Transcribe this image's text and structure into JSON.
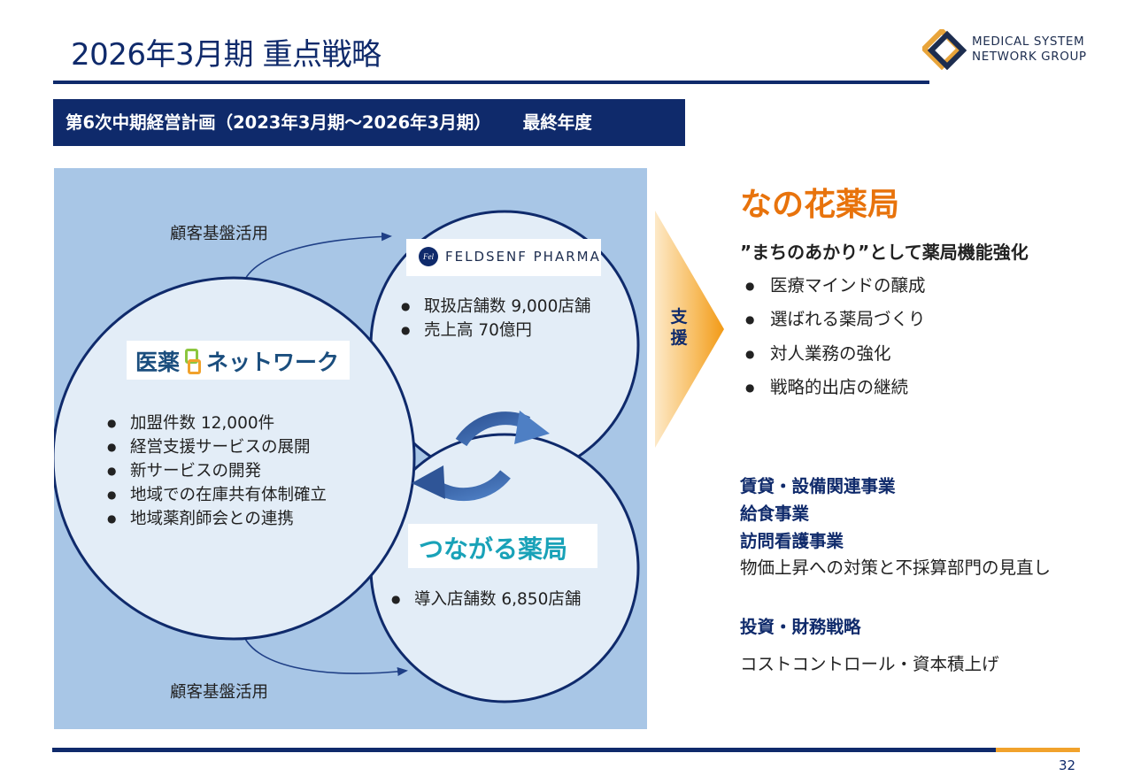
{
  "header": {
    "title": "2026年3月期 重点戦略",
    "logo_line1": "MEDICAL SYSTEM",
    "logo_line2": "NETWORK GROUP"
  },
  "banner": {
    "plan": "第6次中期経営計画（2023年3月期～2026年3月期）",
    "final_year": "最終年度"
  },
  "diagram": {
    "customer_base_top": "顧客基盤活用",
    "customer_base_bottom": "顧客基盤活用",
    "feldsenf": {
      "logo_mark": "Fel",
      "logo_text": "FELDSENF PHARMA",
      "bullets": [
        "取扱店舗数 9,000店舗",
        "売上高 70億円"
      ]
    },
    "iyaku": {
      "logo_part1": "医薬",
      "logo_part2": "ネットワーク",
      "bullets": [
        "加盟件数 12,000件",
        "経営支援サービスの展開",
        "新サービスの開発",
        "地域での在庫共有体制確立",
        "地域薬剤師会との連携"
      ]
    },
    "tsunagaru": {
      "logo_text": "つながる薬局",
      "bullets": [
        "導入店舗数 6,850店舗"
      ]
    }
  },
  "support": {
    "label_line1": "支",
    "label_line2": "援"
  },
  "right": {
    "nanohana_title": "なの花薬局",
    "subheading": "”まちのあかり”として薬局機能強化",
    "bullets": [
      "医療マインドの醸成",
      "選ばれる薬局づくり",
      "対人業務の強化",
      "戦略的出店の継続"
    ],
    "biz1": "賃貸・設備関連事業",
    "biz2": "給食事業",
    "biz3": "訪問看護事業",
    "biz_note": "物価上昇への対策と不採算部門の見直し",
    "finance_title": "投資・財務戦略",
    "finance_note": "コストコントロール・資本積上げ"
  },
  "footer": {
    "page_number": "32"
  },
  "colors": {
    "navy": "#0f2a6b",
    "orange": "#e8730c",
    "accent_orange": "#f1a22c",
    "panel_blue": "#a8c6e6",
    "circle_fill": "#e3edf7",
    "teal": "#19a2b8"
  }
}
